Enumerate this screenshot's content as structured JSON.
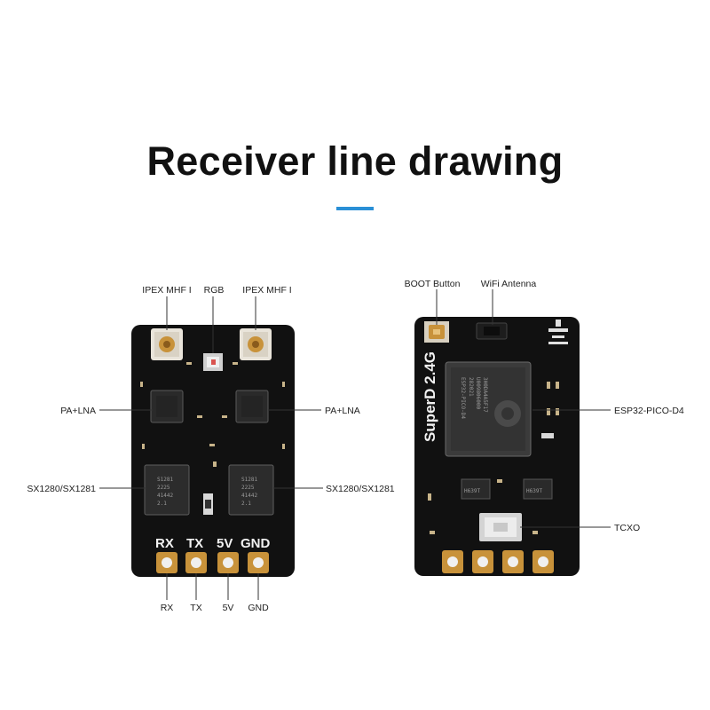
{
  "title": "Receiver line drawing",
  "colors": {
    "accent": "#2a8fd6",
    "board": "#111111",
    "pad": "#c8923a"
  },
  "left_board": {
    "labels": {
      "ipex_left": "IPEX MHF I",
      "rgb": "RGB",
      "ipex_right": "IPEX MHF I",
      "pa_lna_left": "PA+LNA",
      "pa_lna_right": "PA+LNA",
      "sx_left": "SX1280/SX1281",
      "sx_right": "SX1280/SX1281"
    },
    "silkscreen": [
      "RX",
      "TX",
      "5V",
      "GND"
    ],
    "pins": [
      "RX",
      "TX",
      "5V",
      "GND"
    ],
    "chip_marking": [
      "S1281",
      "2225",
      "41442",
      "2.1"
    ]
  },
  "right_board": {
    "labels": {
      "boot": "BOOT Button",
      "wifi": "WiFi Antenna",
      "esp": "ESP32-PICO-D4",
      "tcxo": "TCXO"
    },
    "silkscreen_name": "SuperD 2.4G",
    "esp_marking": [
      "ESP32-PICO-D4",
      "282021",
      "U009806000",
      "3H0DA4A5F17"
    ],
    "driver_marking": "H639T"
  }
}
